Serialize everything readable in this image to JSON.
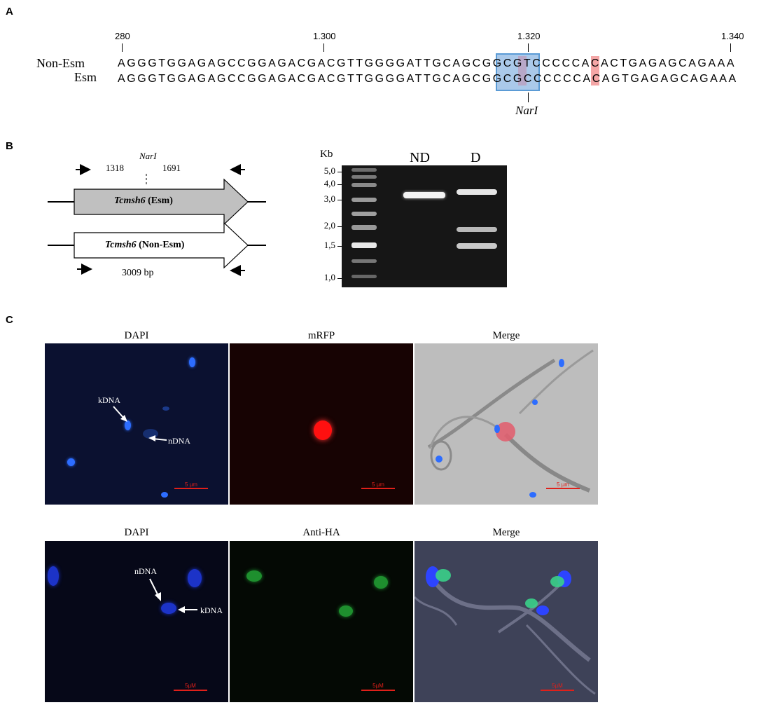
{
  "panels": {
    "a": "A",
    "b": "B",
    "c": "C"
  },
  "sequence": {
    "ticks": [
      "280",
      "1.300",
      "1.320",
      "1.340"
    ],
    "rows": [
      {
        "label": "Non-Esm",
        "seq": "AGGGTGGAGAGCCGGAGACGACGTTGGGGATTGCAGCGGCGTCCCCCACACTGAGAGCAGAAA"
      },
      {
        "label": "Esm",
        "seq": "AGGGTGGAGAGCCGGAGACGACGTTGGGGATTGCAGCGGCGCCCCCCACAGTGAGAGCAGAAA"
      }
    ],
    "site_label": "NarI",
    "colors": {
      "site_box": "#5b9bd5",
      "highlight": "#f4a6a6"
    }
  },
  "schematic": {
    "site_label": "NarI",
    "pos_left": "1318",
    "pos_right": "1691",
    "esm_gene": "Tcmsh6",
    "esm_suffix": " (Esm)",
    "nonesm_gene": "Tcmsh6",
    "nonesm_suffix": " (Non-Esm)",
    "length": "3009 bp"
  },
  "gel": {
    "unit": "Kb",
    "markers": [
      "5,0",
      "4,0",
      "3,0",
      "2,0",
      "1,5",
      "1,0"
    ],
    "lanes": [
      "ND",
      "D"
    ]
  },
  "microscopy": {
    "row1": {
      "titles": [
        "DAPI",
        "mRFP",
        "Merge"
      ],
      "annotations": {
        "k": "kDNA",
        "n": "nDNA"
      },
      "scale": [
        "5 µm",
        "5 µm",
        "5 µm"
      ]
    },
    "row2": {
      "titles": [
        "DAPI",
        "Anti-HA",
        "Merge"
      ],
      "annotations": {
        "n": "nDNA",
        "k": "kDNA"
      },
      "scale": [
        "5µM",
        "5µM",
        "5µM"
      ]
    }
  }
}
